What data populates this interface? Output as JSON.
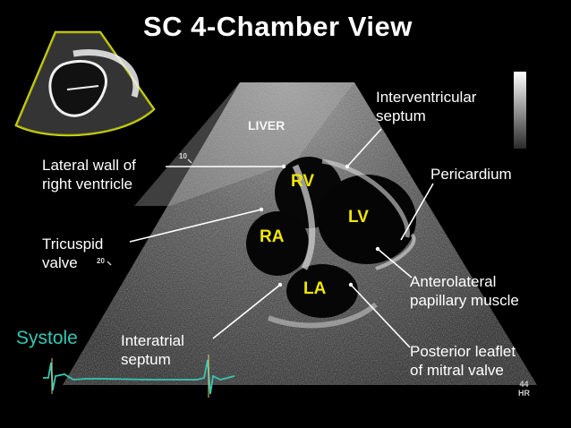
{
  "title": "SC 4-Chamber View",
  "organ_label": "LIVER",
  "chambers": {
    "rv": "RV",
    "lv": "LV",
    "ra": "RA",
    "la": "LA"
  },
  "labels": {
    "interventricular_line1": "Interventricular",
    "interventricular_line2": "septum",
    "lateral_wall_line1": "Lateral wall of",
    "lateral_wall_line2": "right ventricle",
    "pericardium": "Pericardium",
    "tricuspid_line1": "Tricuspid",
    "tricuspid_line2": "valve",
    "anterolateral_line1": "Anterolateral",
    "anterolateral_line2": "papillary muscle",
    "interatrial_line1": "Interatrial",
    "interatrial_line2": "septum",
    "posterior_line1": "Posterior leaflet",
    "posterior_line2": "of mitral valve"
  },
  "depth_markers": {
    "m10": "10",
    "m20": "20"
  },
  "ecg": {
    "phase_label": "Systole",
    "hr_value": "44",
    "hr_unit": "HR"
  },
  "colors": {
    "chamber_label": "#f2e600",
    "ecg_trace": "#35c7b5",
    "probe_icon": "#d7e000"
  }
}
